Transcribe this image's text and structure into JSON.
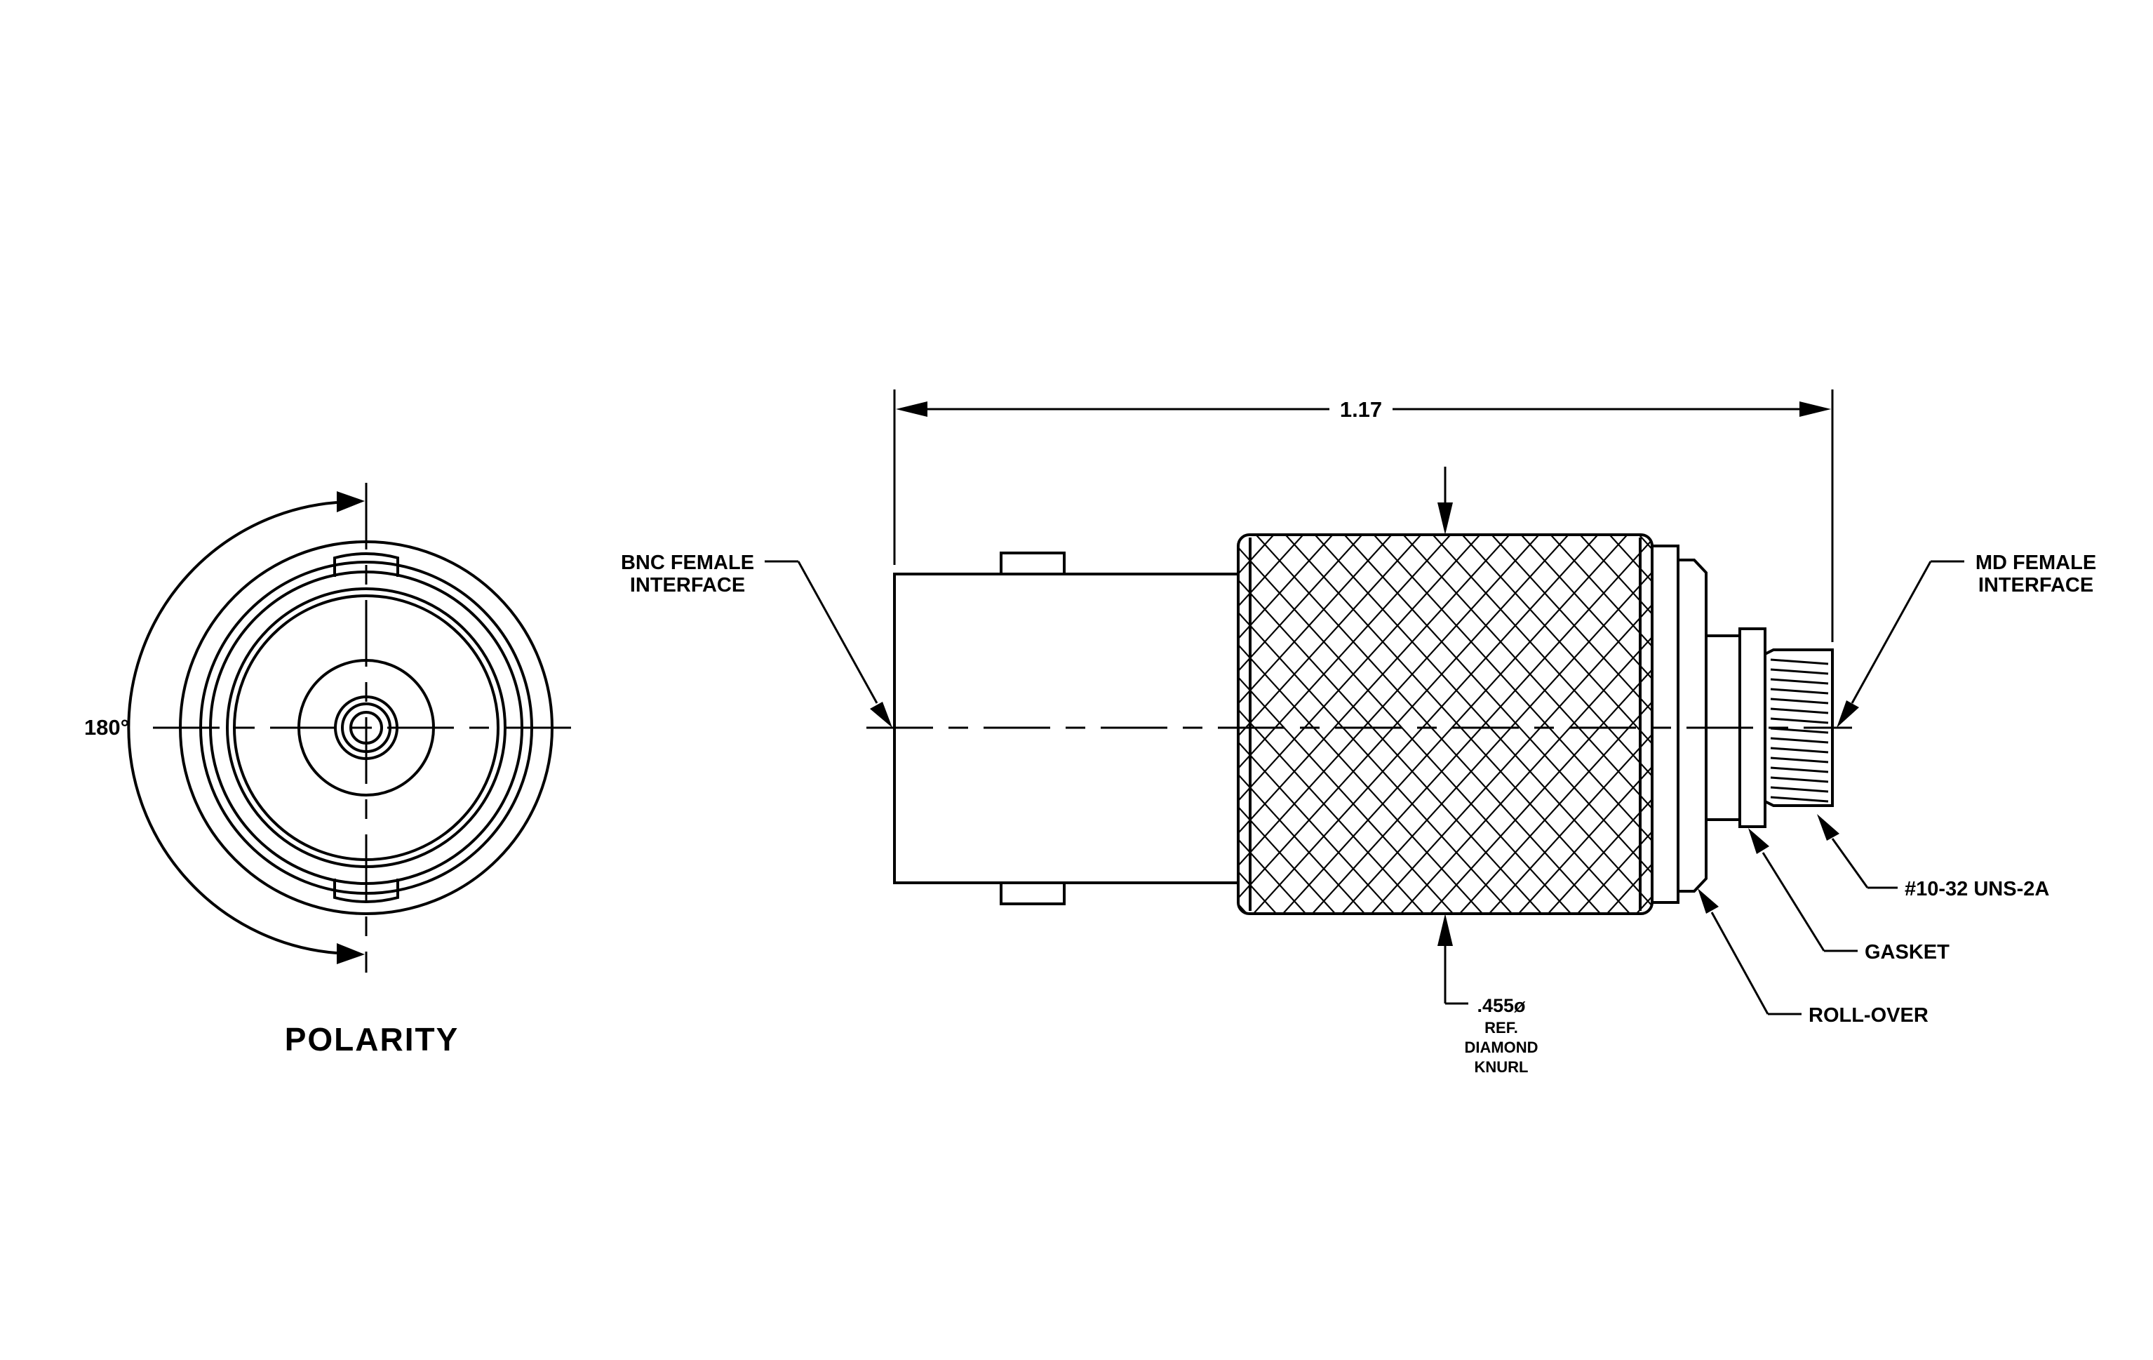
{
  "labels": {
    "overall_length": "1.17",
    "bnc_line1": "BNC FEMALE",
    "bnc_line2": "INTERFACE",
    "md_line1": "MD FEMALE",
    "md_line2": "INTERFACE",
    "thread": "#10-32 UNS-2A",
    "gasket": "GASKET",
    "rollover": "ROLL-OVER",
    "knurl_dia": ".455ø",
    "knurl_ref": "REF.",
    "knurl_type": "DIAMOND",
    "knurl_word": "KNURL",
    "angle": "180°",
    "polarity": "POLARITY"
  }
}
